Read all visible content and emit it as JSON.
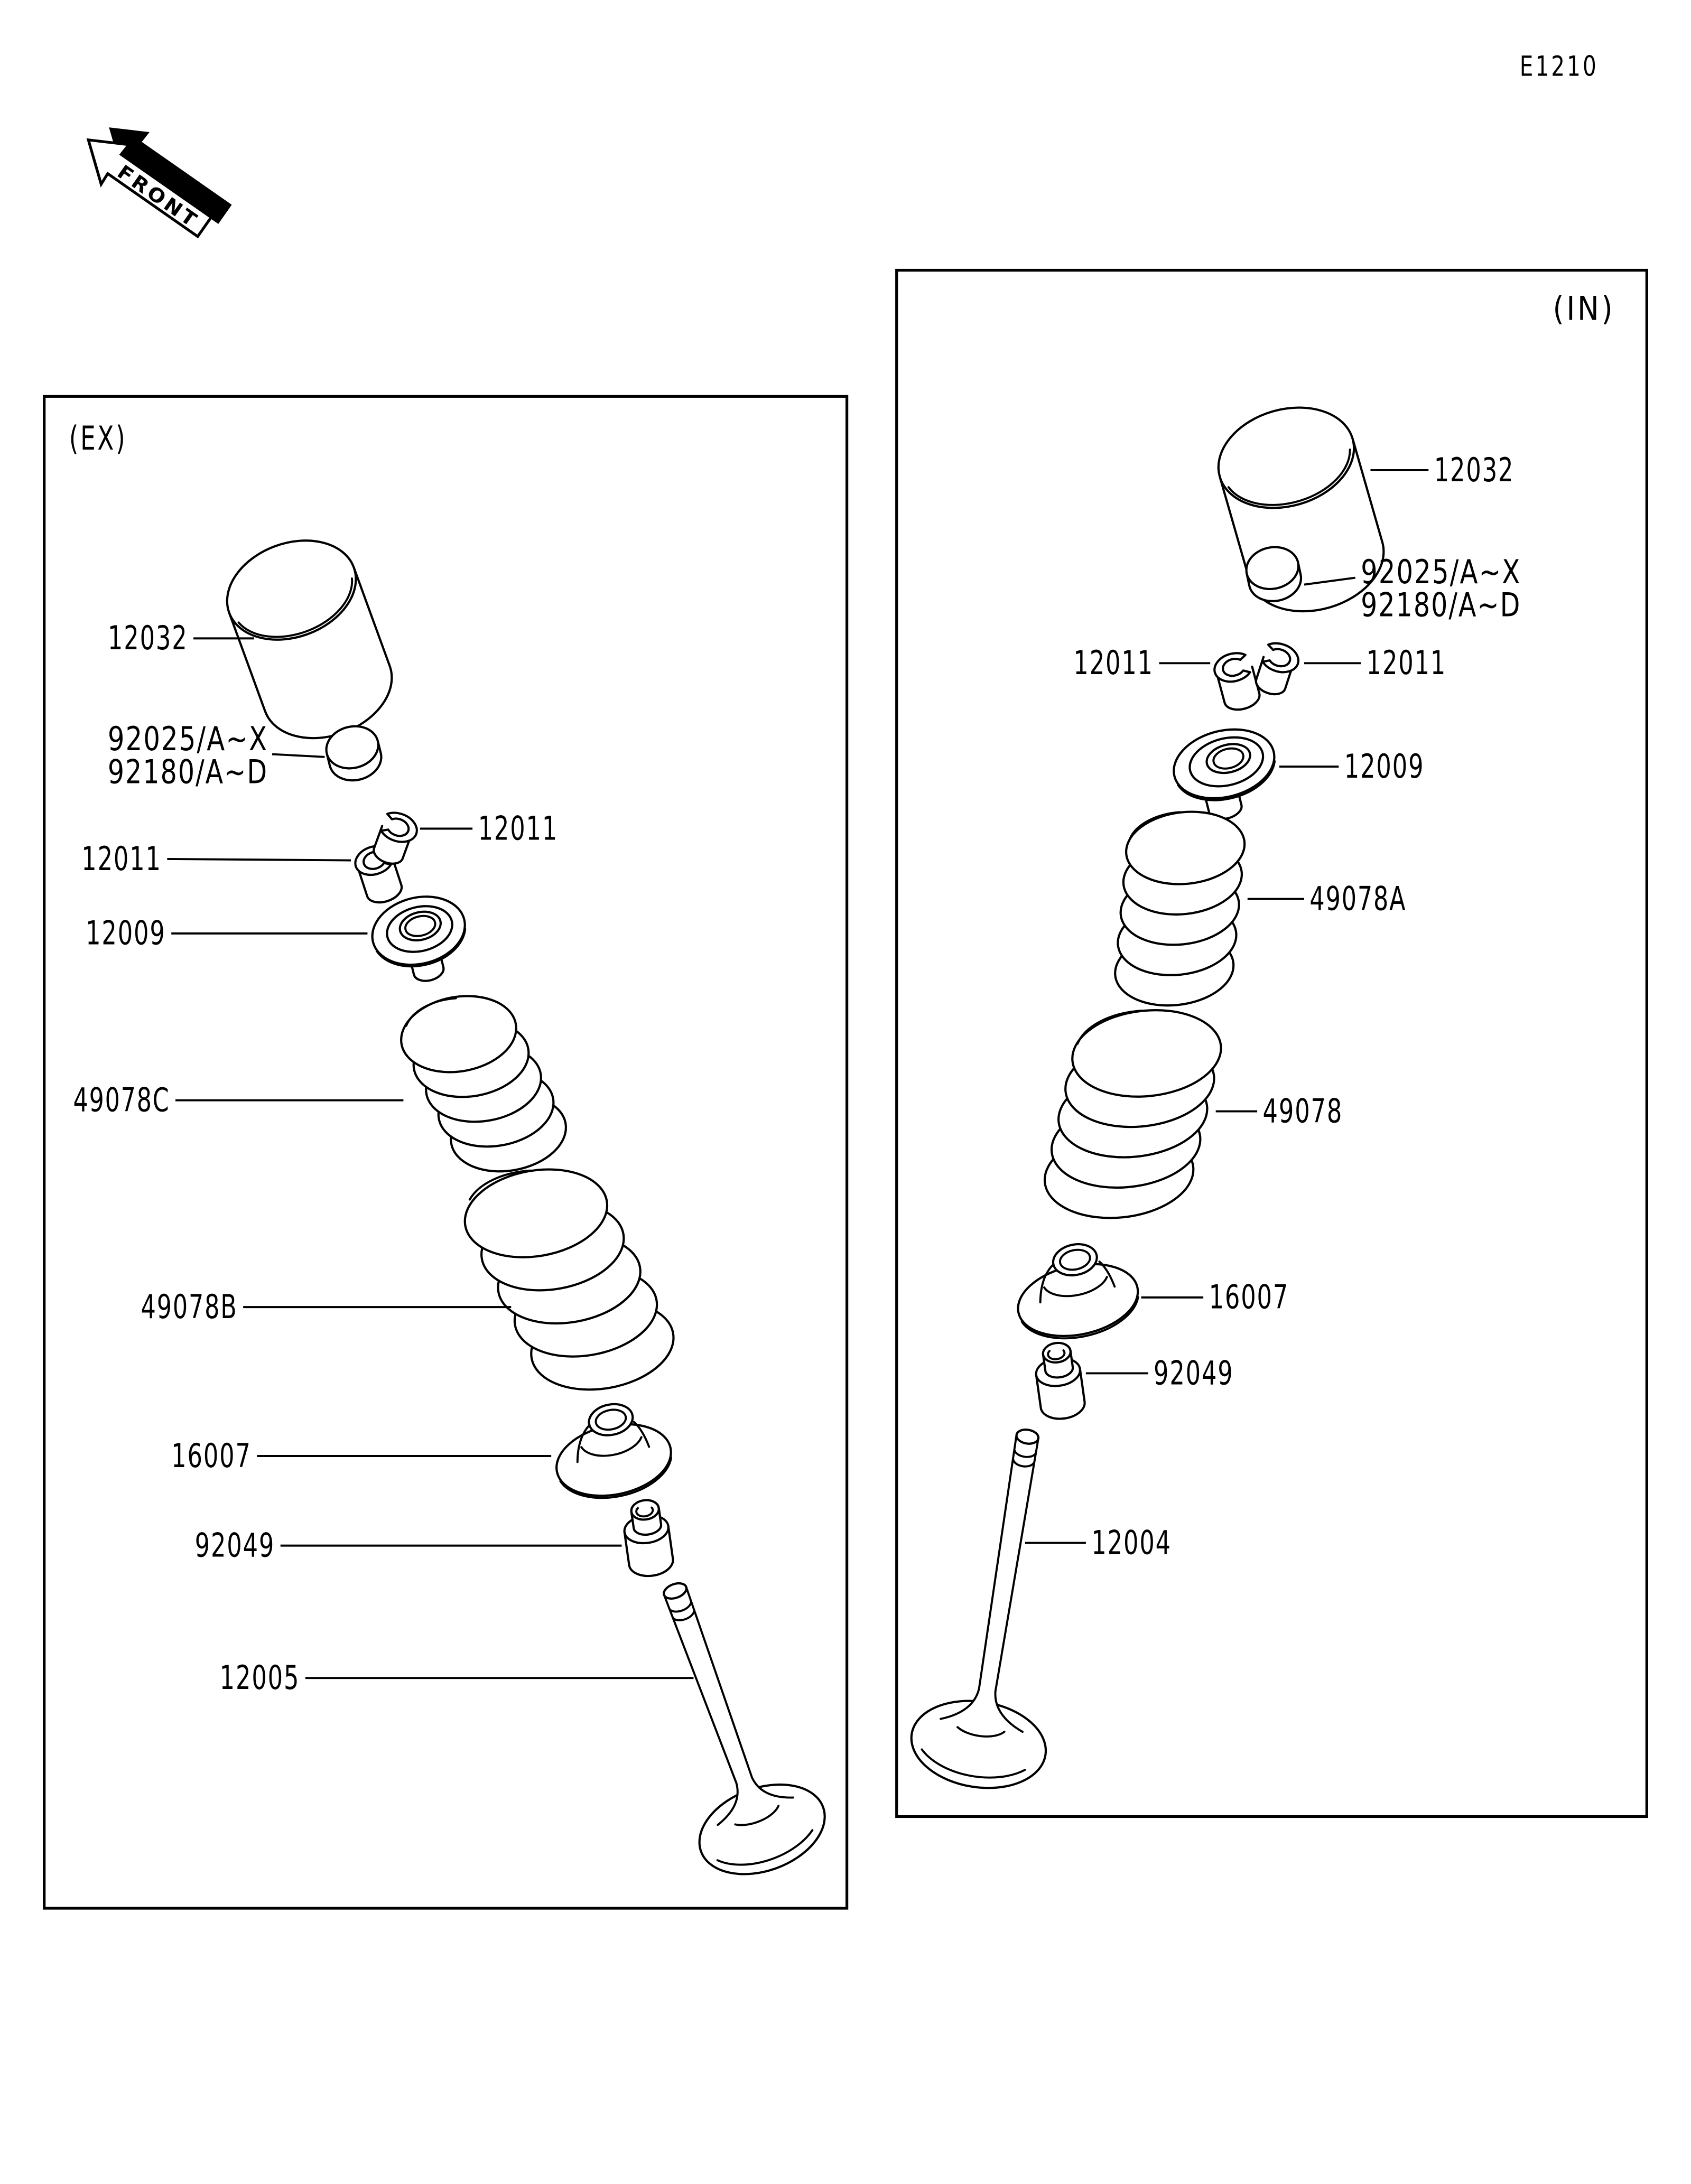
{
  "doc": {
    "code": "E1210"
  },
  "front_marker": {
    "label": "FRONT",
    "icon": "front-arrow-icon"
  },
  "ex": {
    "title": "(EX)",
    "labels": {
      "tappet": "12032",
      "shim_line1": "92025/A~X",
      "shim_line2": "92180/A~D",
      "cotter_left": "12011",
      "cotter_right": "12011",
      "spring_retainer": "12009",
      "inner_spring": "49078C",
      "outer_spring": "49078B",
      "spring_seat": "16007",
      "stem_seal": "92049",
      "valve": "12005"
    }
  },
  "intake": {
    "title": "(IN)",
    "labels": {
      "tappet": "12032",
      "shim_line1": "92025/A~X",
      "shim_line2": "92180/A~D",
      "cotter_left": "12011",
      "cotter_right": "12011",
      "spring_retainer": "12009",
      "inner_spring": "49078A",
      "outer_spring": "49078",
      "spring_seat": "16007",
      "stem_seal": "92049",
      "valve": "12004"
    }
  }
}
